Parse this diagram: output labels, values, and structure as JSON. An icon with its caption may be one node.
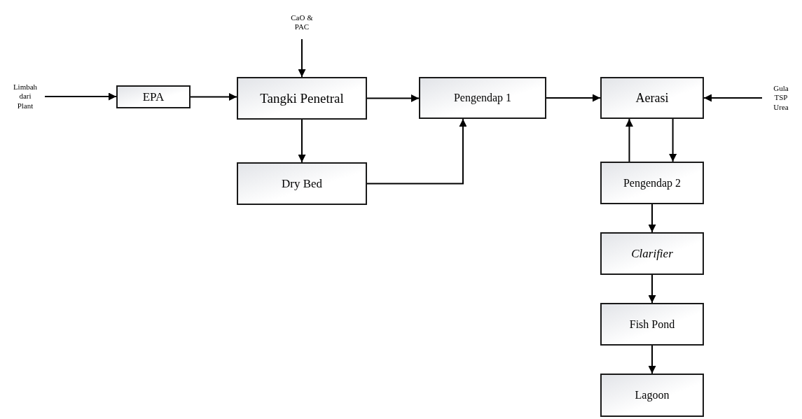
{
  "diagram": {
    "nodes": [
      {
        "text": [
          "Limbah dari Plant"
        ]
      },
      {
        "text": [
          "EPA"
        ]
      },
      {
        "text": [
          "CaO & PAC"
        ]
      },
      {
        "text": [
          "Tangki Penetral"
        ]
      },
      {
        "text": [
          "Pengendap 1"
        ]
      },
      {
        "text": [
          "Dry Bed"
        ]
      },
      {
        "text": [
          "Aerasi"
        ]
      },
      {
        "text": [
          "Gula TSP Urea"
        ]
      },
      {
        "text": [
          "Pengendap 2"
        ]
      },
      {
        "text": [
          "Clarifier"
        ]
      },
      {
        "text": [
          "Fish Pond"
        ]
      },
      {
        "text": [
          "Lagoon"
        ]
      }
    ],
    "edges": [
      {
        "from": 0,
        "to": 1,
        "arrow": "to"
      },
      {
        "from": 1,
        "to": 3,
        "arrow": "to"
      },
      {
        "from": 2,
        "to": 3,
        "arrow": "to"
      },
      {
        "from": 3,
        "to": 4,
        "arrow": "to"
      },
      {
        "from": 3,
        "to": 5,
        "arrow": "to"
      },
      {
        "from": 5,
        "to": 4,
        "arrow": "to"
      },
      {
        "from": 4,
        "to": 6,
        "arrow": "to"
      },
      {
        "from": 7,
        "to": 6,
        "arrow": "to"
      },
      {
        "from": 6,
        "to": 8,
        "arrow": "to"
      },
      {
        "from": 8,
        "to": 6,
        "arrow": "to"
      },
      {
        "from": 8,
        "to": 9,
        "arrow": "to"
      },
      {
        "from": 9,
        "to": 10,
        "arrow": "to"
      },
      {
        "from": 10,
        "to": 11,
        "arrow": "to"
      }
    ]
  }
}
